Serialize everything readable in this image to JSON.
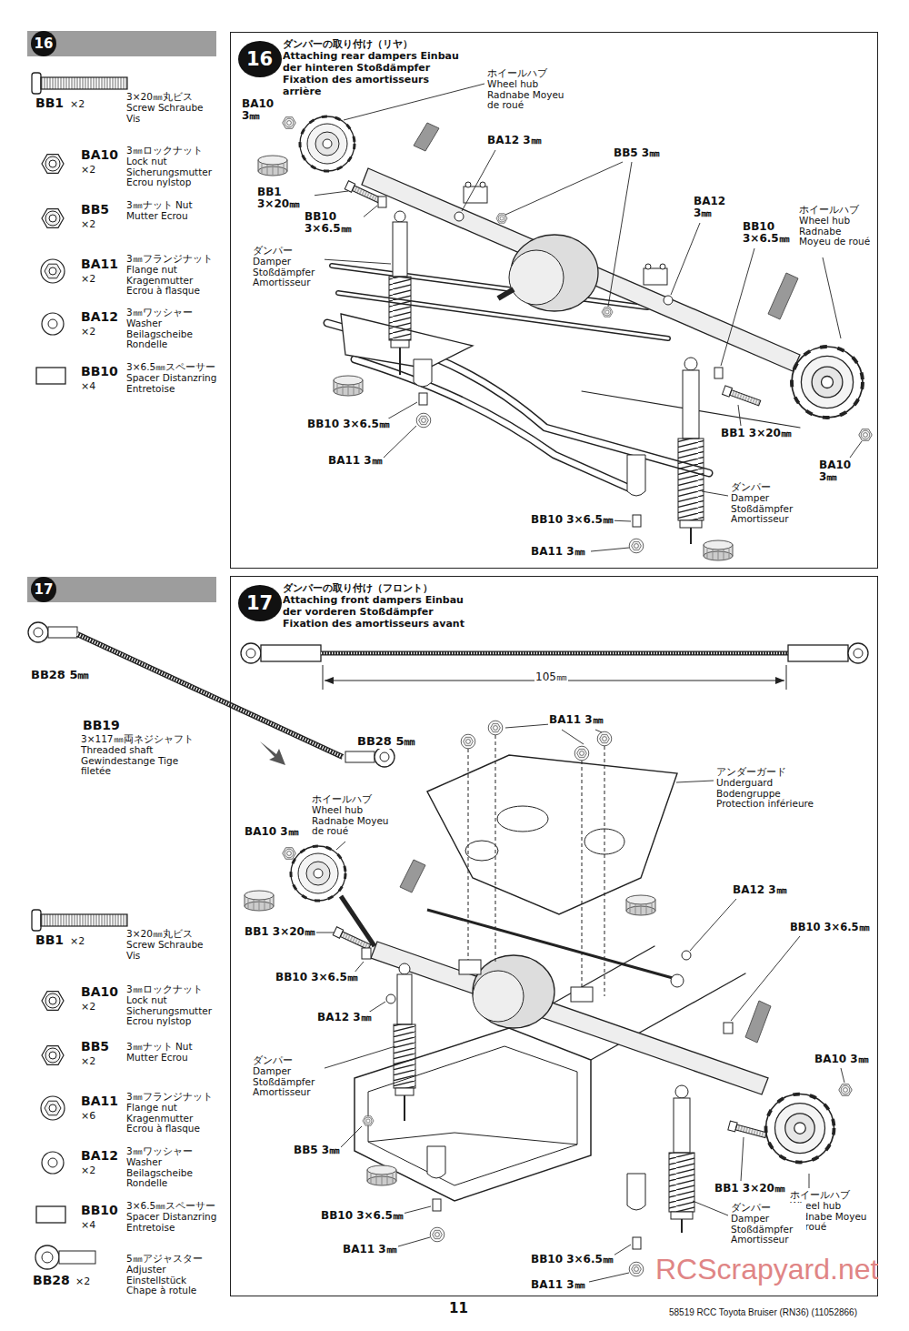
{
  "diagram": {
    "nodes": [
      {
        "text": [
          "16"
        ]
      },
      {
        "text": [
          "ダンパーの取り付け（リヤ） Attaching rear dampers Einbau der hinteren Stoßdämpfer Fixation des amortisseurs arrière"
        ]
      },
      {
        "text": [
          "16"
        ],
        "in": 1
      },
      {
        "text": [
          "17"
        ]
      },
      {
        "text": [
          "ダンパーの取り付け（フロント） Attaching front dampers Einbau der vorderen Stoßdämpfer Fixation des amortisseurs avant"
        ]
      },
      {
        "text": [
          "17"
        ],
        "in": 4
      }
    ],
    "labels": [
      "BB1",
      "×2",
      "3×20㎜丸ビス Screw Schraube Vis",
      "BA10",
      "×2",
      "3㎜ロックナット Lock nut Sicherungsmutter Ecrou nylstop",
      "BB5",
      "×2",
      "3㎜ナット Nut Mutter Ecrou",
      "BA11",
      "×2",
      "3㎜フランジナット Flange nut Kragenmutter Ecrou à flasque",
      "BA12",
      "×2",
      "3㎜ワッシャー Washer Beilagscheibe Rondelle",
      "BB10",
      "×4",
      "3×6.5㎜スペーサー Spacer Distanzring Entretoise",
      "BA10 3㎜",
      "ホイールハブ Wheel hub Radnabe Moyeu de roué",
      "BB1 3×20㎜",
      "BB10 3×6.5㎜",
      "BA12 3㎜",
      "ダンパー Damper Stoßdämpfer Amortisseur",
      "BB5 3㎜",
      "BA12 3㎜",
      "BB10 3×6.5㎜",
      "ホイールハブ Wheel hub Radnabe Moyeu de roué",
      "BB10 3×6.5㎜",
      "BA11 3㎜",
      "BB1 3×20㎜",
      "BA10 3㎜",
      "ダンパー Damper Stoßdämpfer Amortisseur",
      "BB10 3×6.5㎜",
      "BA11 3㎜",
      "BB28 5㎜",
      "BB19",
      "3×117㎜両ネジシャフト Threaded shaft Gewindestange Tige filetée",
      "BB28 5㎜",
      "BB1",
      "×2",
      "3×20㎜丸ビス Screw Schraube Vis",
      "BA10",
      "×2",
      "3㎜ロックナット Lock nut Sicherungsmutter Ecrou nylstop",
      "BB5",
      "×2",
      "3㎜ナット Nut Mutter Ecrou",
      "BA11",
      "×6",
      "3㎜フランジナット Flange nut Kragenmutter Ecrou à flasque",
      "BA12",
      "×2",
      "3㎜ワッシャー Washer Beilagscheibe Rondelle",
      "BB10",
      "×4",
      "3×6.5㎜スペーサー Spacer Distanzring Entretoise",
      "BB28",
      "×2",
      "5㎜アジャスター Adjuster Einstellstück Chape à rotule",
      "105㎜",
      "BA11 3㎜",
      "アンダーガード Underguard Bodengruppe Protection inférieure",
      "ホイールハブ Wheel hub Radnabe Moyeu de roué",
      "BA10 3㎜",
      "BB1 3×20㎜",
      "BB10 3×6.5㎜",
      "BA12 3㎜",
      "ダンパー Damper Stoßdämpfer Amortisseur",
      "BA12 3㎜",
      "BB10 3×6.5㎜",
      "BA10 3㎜",
      "BB5 3㎜",
      "BB1 3×20㎜",
      "ホイールハブ Wheel hub Radnabe Moyeu de roué",
      "BB10 3×6.5㎜",
      "BA11 3㎜",
      "ダンパー Damper Stoßdämpfer Amortisseur",
      "BB10 3×6.5㎜",
      "BA11 3㎜",
      "11",
      "58519 RCC Toyota Bruiser (RN36) (11052866)",
      "RCScrapyard.net"
    ]
  }
}
